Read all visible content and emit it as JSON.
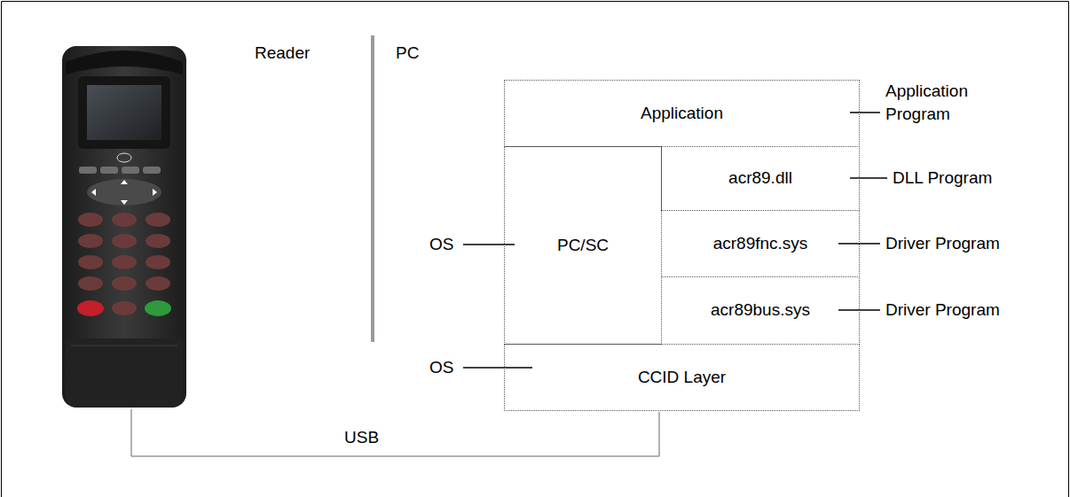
{
  "diagram": {
    "nodes": [
      {
        "text": [
          "Application"
        ]
      },
      {
        "text": [
          "PC/SC"
        ]
      },
      {
        "text": [
          "acr89.dll"
        ]
      },
      {
        "text": [
          "acr89fnc.sys"
        ]
      },
      {
        "text": [
          "acr89bus.sys"
        ]
      },
      {
        "text": [
          "CCID Layer"
        ]
      }
    ],
    "labels": [
      "Reader",
      "PC",
      "Application Program",
      "DLL Program",
      "Driver Program",
      "Driver Program",
      "OS",
      "OS",
      "USB"
    ]
  }
}
